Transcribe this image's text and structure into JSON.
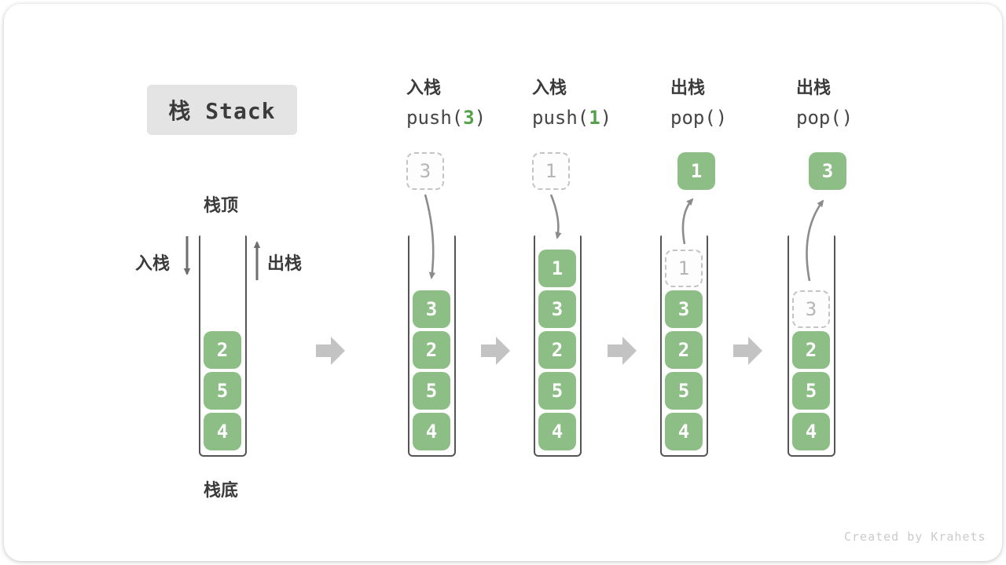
{
  "title": {
    "label": "栈 Stack"
  },
  "side_labels": {
    "stack_top": "栈顶",
    "stack_bottom": "栈底",
    "push_in": "入栈",
    "pop_out": "出栈"
  },
  "operations": [
    {
      "line1": "入栈",
      "code": {
        "pre": "push(",
        "arg": "3",
        "suf": ")"
      }
    },
    {
      "line1": "入栈",
      "code": {
        "pre": "push(",
        "arg": "1",
        "suf": ")"
      }
    },
    {
      "line1": "出栈",
      "code": {
        "pre": "pop(",
        "arg": "",
        "suf": ")"
      }
    },
    {
      "line1": "出栈",
      "code": {
        "pre": "pop(",
        "arg": "",
        "suf": ")"
      }
    }
  ],
  "stacks": [
    {
      "cells": [
        "2",
        "5",
        "4"
      ]
    },
    {
      "cells": [
        "3",
        "2",
        "5",
        "4"
      ],
      "floating": "3"
    },
    {
      "cells": [
        "1",
        "3",
        "2",
        "5",
        "4"
      ],
      "floating": "1"
    },
    {
      "cells": [
        "3",
        "2",
        "5",
        "4"
      ],
      "ghost": "1",
      "floating": "1"
    },
    {
      "cells": [
        "2",
        "5",
        "4"
      ],
      "ghost": "3",
      "floating": "3"
    }
  ],
  "watermark": "Created by Krahets",
  "colors": {
    "cell_green": "#8dbe85",
    "code_green": "#55a04a",
    "curve_arrow_gray": "#8c8c8c",
    "straight_arrow_gray": "#6e6e6e",
    "block_arrow_gray": "#c3c3c3",
    "wall_gray": "#555555",
    "dashed_border": "#c4c4c4",
    "title_bg": "#e4e4e4",
    "text_dark": "#3b3b3b",
    "watermark_gray": "#cbcbcb"
  }
}
